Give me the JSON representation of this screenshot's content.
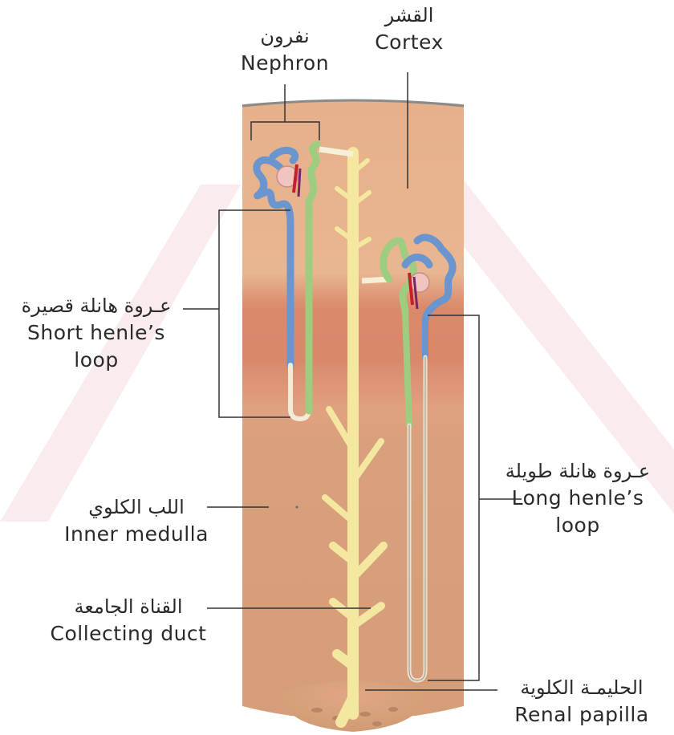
{
  "labels": {
    "nephron": {
      "ar": "نفرون",
      "en": "Nephron"
    },
    "cortex": {
      "ar": "القشر",
      "en": "Cortex"
    },
    "short_loop": {
      "ar": "عـروة هانلة قصيرة",
      "en_1": "Short henle’s",
      "en_2": "loop"
    },
    "long_loop": {
      "ar": "عـروة هانلة طويلة",
      "en_1": "Long henle’s",
      "en_2": "loop"
    },
    "inner_medulla": {
      "ar": "اللب الكلوي",
      "en": "Inner medulla"
    },
    "collecting_duct": {
      "ar": "القناة الجامعة",
      "en": "Collecting duct"
    },
    "renal_papilla": {
      "ar": "الحليمـة الكلوية",
      "en": "Renal papilla"
    }
  },
  "colors": {
    "cortex": "#e8b48e",
    "outer_medulla_band": "#d98a6c",
    "inner_medulla": "#d9a27e",
    "collecting_duct": "#f6eaa0",
    "proximal_tubule": "#6b95cf",
    "distal_tubule": "#9fcd80",
    "blood_vessel": "#c8202a"
  }
}
